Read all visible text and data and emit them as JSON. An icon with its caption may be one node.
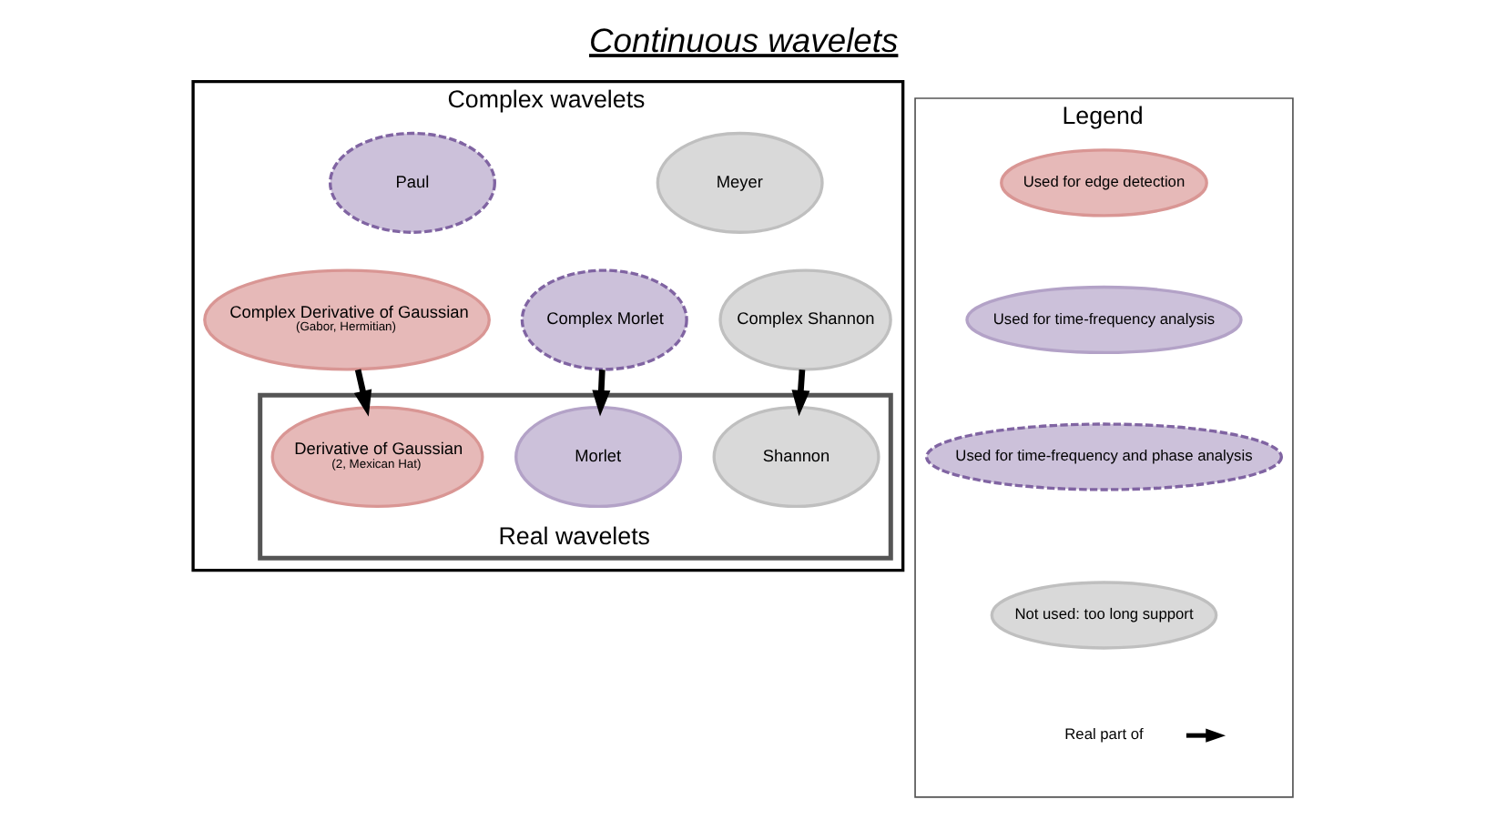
{
  "diagram": {
    "title": "Continuous wavelets",
    "nodes": [
      {
        "text": [
          "Complex wavelets"
        ]
      },
      {
        "text": [
          "Paul"
        ],
        "in": 0
      },
      {
        "text": [
          "Meyer"
        ],
        "in": 0
      },
      {
        "text": [
          "Complex Derivative of Gaussian",
          "(Gabor, Hermitian)"
        ],
        "in": 0
      },
      {
        "text": [
          "Complex Morlet"
        ],
        "in": 0
      },
      {
        "text": [
          "Complex Shannon"
        ],
        "in": 0
      },
      {
        "text": [
          "Real wavelets"
        ],
        "in": 0
      },
      {
        "text": [
          "Derivative of Gaussian",
          "(2, Mexican Hat)"
        ],
        "in": 6
      },
      {
        "text": [
          "Morlet"
        ],
        "in": 6
      },
      {
        "text": [
          "Shannon"
        ],
        "in": 6
      },
      {
        "text": [
          "Legend"
        ]
      }
    ],
    "edges": [
      {
        "from": 3,
        "to": 7,
        "arrow": "to"
      },
      {
        "from": 4,
        "to": 8,
        "arrow": "to"
      },
      {
        "from": 5,
        "to": 9,
        "arrow": "to"
      }
    ],
    "legend": [
      {
        "text": "Used for edge detection",
        "color": "#e6b9b8"
      },
      {
        "text": "Used for time-frequency analysis",
        "color": "#ccc1da"
      },
      {
        "text": "Used for time-frequency and phase analysis",
        "color": "#ccc1da"
      },
      {
        "text": "Not used: too long support",
        "color": "#d9d9d9"
      },
      {
        "text": "Real part of"
      }
    ]
  }
}
